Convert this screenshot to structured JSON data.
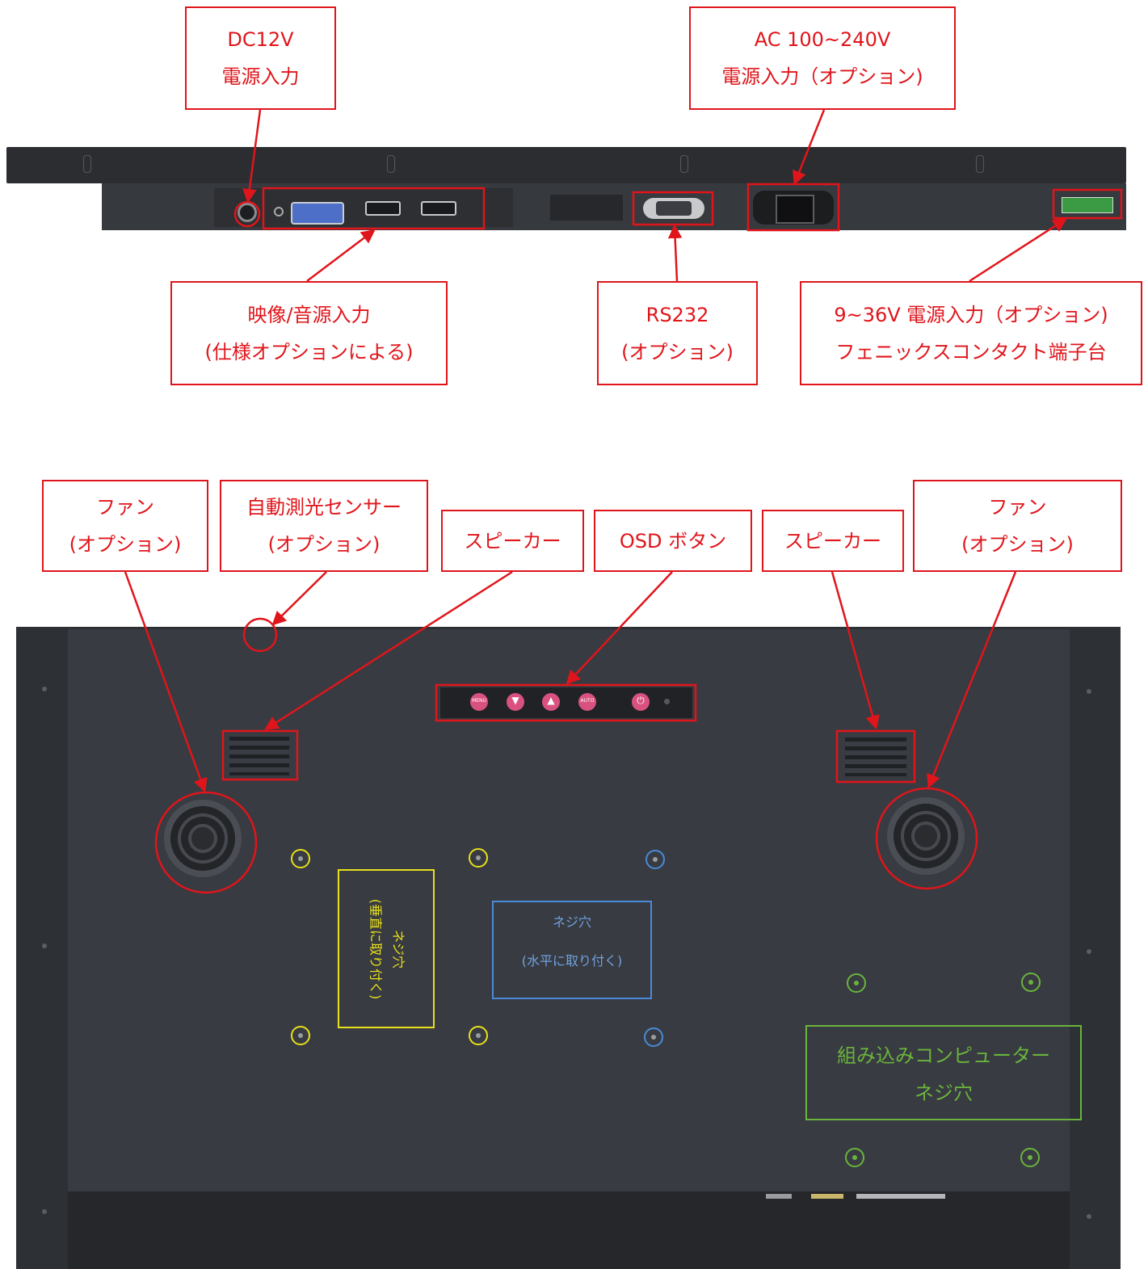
{
  "colors": {
    "annotation": "#e0151b",
    "vertical_mount": "#e8e01c",
    "horizontal_mount": "#4a8ad8",
    "computer_mount": "#6ab43c",
    "panel": "#31343a"
  },
  "top_view": {
    "dc12v": {
      "line1": "DC12V",
      "line2": "電源入力"
    },
    "ac_input": {
      "line1": "AC 100~240V",
      "line2": "電源入力（オプション)"
    },
    "av_input": {
      "line1": "映像/音源入力",
      "line2": "(仕様オプションによる)"
    },
    "rs232": {
      "line1": "RS232",
      "line2": "(オプション)"
    },
    "dc_9_36": {
      "line1": "9~36V 電源入力（オプション)",
      "line2": "フェニックスコンタクト端子台"
    }
  },
  "back_view": {
    "fan_left": {
      "line1": "ファン",
      "line2": "(オプション)"
    },
    "light_sensor": {
      "line1": "自動測光センサー",
      "line2": "(オプション)"
    },
    "speaker_left": {
      "label": "スピーカー"
    },
    "osd_buttons": {
      "label": "OSD ボタン"
    },
    "speaker_right": {
      "label": "スピーカー"
    },
    "fan_right": {
      "line1": "ファン",
      "line2": "(オプション)"
    },
    "osd_keys": [
      "MENU",
      "▼",
      "▲",
      "AUTO",
      "⏻"
    ],
    "vertical_mount": {
      "line1": "ネジ穴",
      "line2": "(垂直に取り付く)"
    },
    "horizontal_mount": {
      "line1": "ネジ穴",
      "line2": "(水平に取り付く)"
    },
    "computer_mount": {
      "line1": "組み込みコンピューター",
      "line2": "ネジ穴"
    }
  }
}
